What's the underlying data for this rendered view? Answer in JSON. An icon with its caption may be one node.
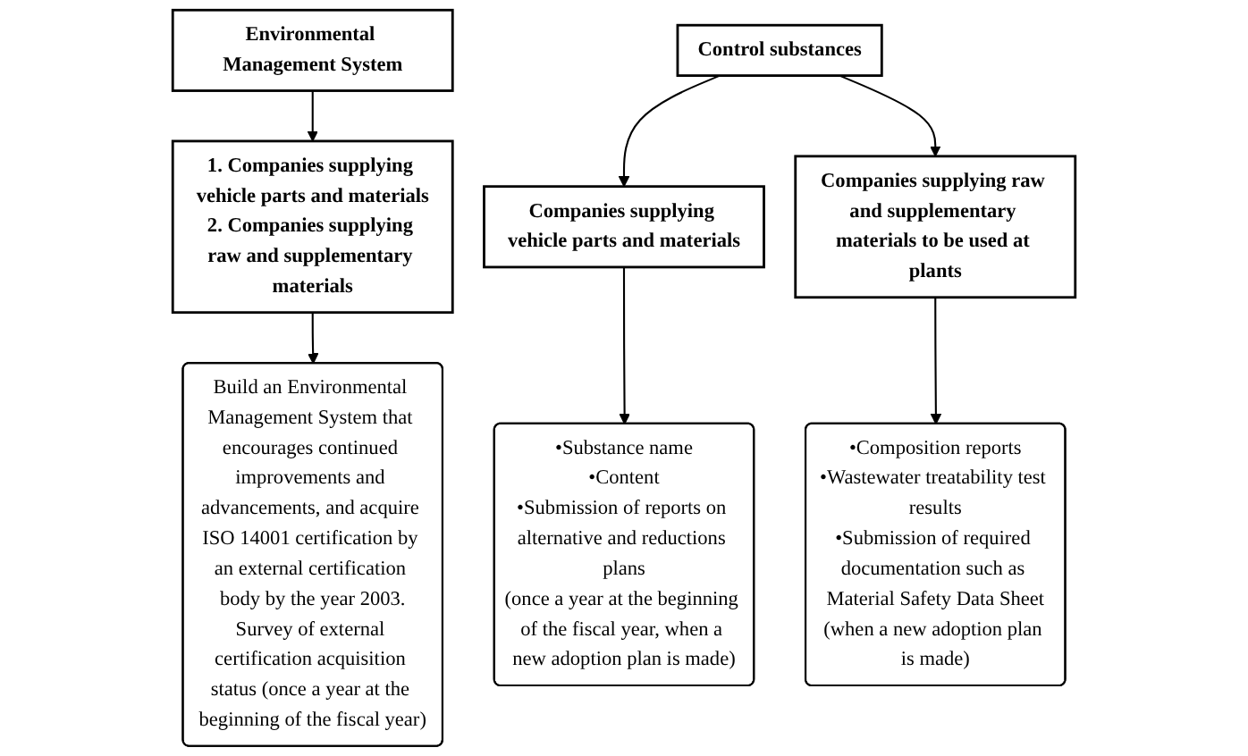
{
  "diagram": {
    "nodes": [
      {
        "text": [
          "Environmental Management System"
        ]
      },
      {
        "text": [
          "1. Companies supplying vehicle parts and materials",
          "2. Companies supplying raw and supplementary materials"
        ]
      },
      {
        "text": [
          "Build an Environmental Management System that encourages continued improvements and advancements, and acquire ISO 14001 certification by an external certification body by the year 2003.",
          "Survey of external certification acquisition status (once a year at the beginning of the fiscal year)"
        ]
      },
      {
        "text": [
          "Control substances"
        ]
      },
      {
        "text": [
          "Companies supplying vehicle parts and materials"
        ]
      },
      {
        "text": [
          "Companies supplying raw and supplementary materials to be used at plants"
        ]
      },
      {
        "text": [
          "•Substance name",
          "•Content",
          "•Submission of reports on alternative and reductions plans",
          "(once a year at the beginning of the fiscal year, when a new adoption plan is made)"
        ]
      },
      {
        "text": [
          "•Composition reports",
          "•Wastewater treatability test results",
          "•Submission of required documentation such as Material Safety Data Sheet",
          "(when a new adoption plan is made)"
        ]
      }
    ],
    "edges": [
      {
        "from": 0,
        "to": 1,
        "arrow": "to"
      },
      {
        "from": 1,
        "to": 2,
        "arrow": "to"
      },
      {
        "from": 3,
        "to": 4,
        "arrow": "to"
      },
      {
        "from": 3,
        "to": 5,
        "arrow": "to"
      },
      {
        "from": 4,
        "to": 6,
        "arrow": "to"
      },
      {
        "from": 5,
        "to": 7,
        "arrow": "to"
      }
    ]
  }
}
